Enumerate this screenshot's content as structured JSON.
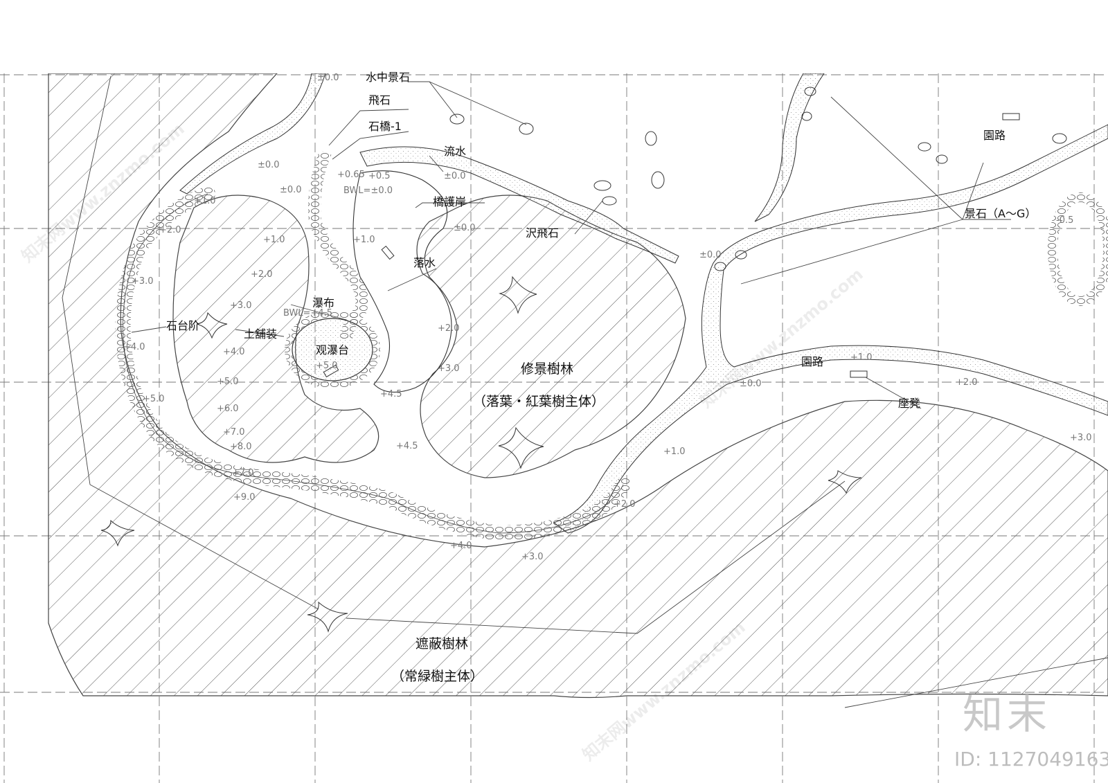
{
  "labels": {
    "water_stone": "水中景石",
    "flying_stone": "飛石",
    "stone_bridge": "石橋-1",
    "stream": "流水",
    "bridge_revetment": "橋護岸",
    "marsh_stepping": "沢飛石",
    "water_drop": "落水",
    "waterfall": "瀑布",
    "earth_paving": "土舖装",
    "stone_steps": "石台阶",
    "viewing_platform": "观瀑台",
    "garden_path_top": "園路",
    "garden_path_mid": "園路",
    "scenic_stones": "景石（A～G）",
    "bench": "座凳",
    "ornamental_forest": "修景樹林",
    "ornamental_forest_sub": "（落葉・紅葉樹主体）",
    "screen_forest": "遮蔽樹林",
    "screen_forest_sub": "（常緑樹主体）",
    "bwl_1": "BWL=±0.0",
    "bwl_2": "BWL=+4.5"
  },
  "elevations": {
    "e01": "±0.0",
    "e02": "±0.0",
    "e03": "±0.0",
    "e04": "+0.65",
    "e05": "+0.5",
    "e06": "±0.0",
    "e07": "±0.0",
    "e08": "+1.0",
    "e09": "+1.0",
    "e10": "+2.0",
    "e11": "+1.0",
    "e12": "+2.0",
    "e13": "+3.0",
    "e14": "+3.0",
    "e15": "+4.0",
    "e16": "+4.0",
    "e17": "+5.0",
    "e18": "+5.0",
    "e19": "+6.0",
    "e20": "+7.0",
    "e21": "+8.0",
    "e22": "+7.0",
    "e23": "+9.0",
    "e24": "+2.0",
    "e25": "+3.0",
    "e26": "+4.5",
    "e27": "+4.5",
    "e28": "+5.0",
    "e29": "+4.0",
    "e30": "+3.0",
    "e31": "±0.0",
    "e32": "±0.0",
    "e33": "+1.0",
    "e34": "+2.0",
    "e35": "+3.0",
    "e36": "+1.0",
    "e37": "+2.0",
    "e38": "-0.5"
  },
  "watermark": {
    "logo": "知末",
    "id": "ID: 1127049163",
    "site": "知末网www.znzmo.com"
  }
}
